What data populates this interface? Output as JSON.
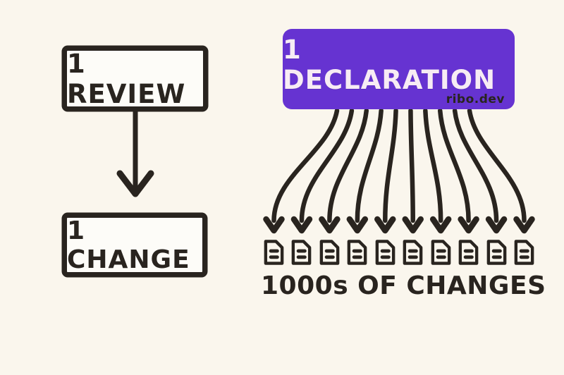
{
  "canvas": {
    "background": "#FAF6ED",
    "ink": "#29241F",
    "box_fill": "#FDFCF8"
  },
  "left_flow": {
    "review_label": "1 REVIEW",
    "change_label": "1 CHANGE"
  },
  "right_flow": {
    "declaration_label": "1 DECLARATION",
    "watermark": "ribo.dev",
    "accent_color": "#6633D1",
    "declaration_text_color": "#F7ECF4",
    "fanout_count": 10,
    "document_icon_count": 10,
    "caption": "1000s OF CHANGES"
  }
}
